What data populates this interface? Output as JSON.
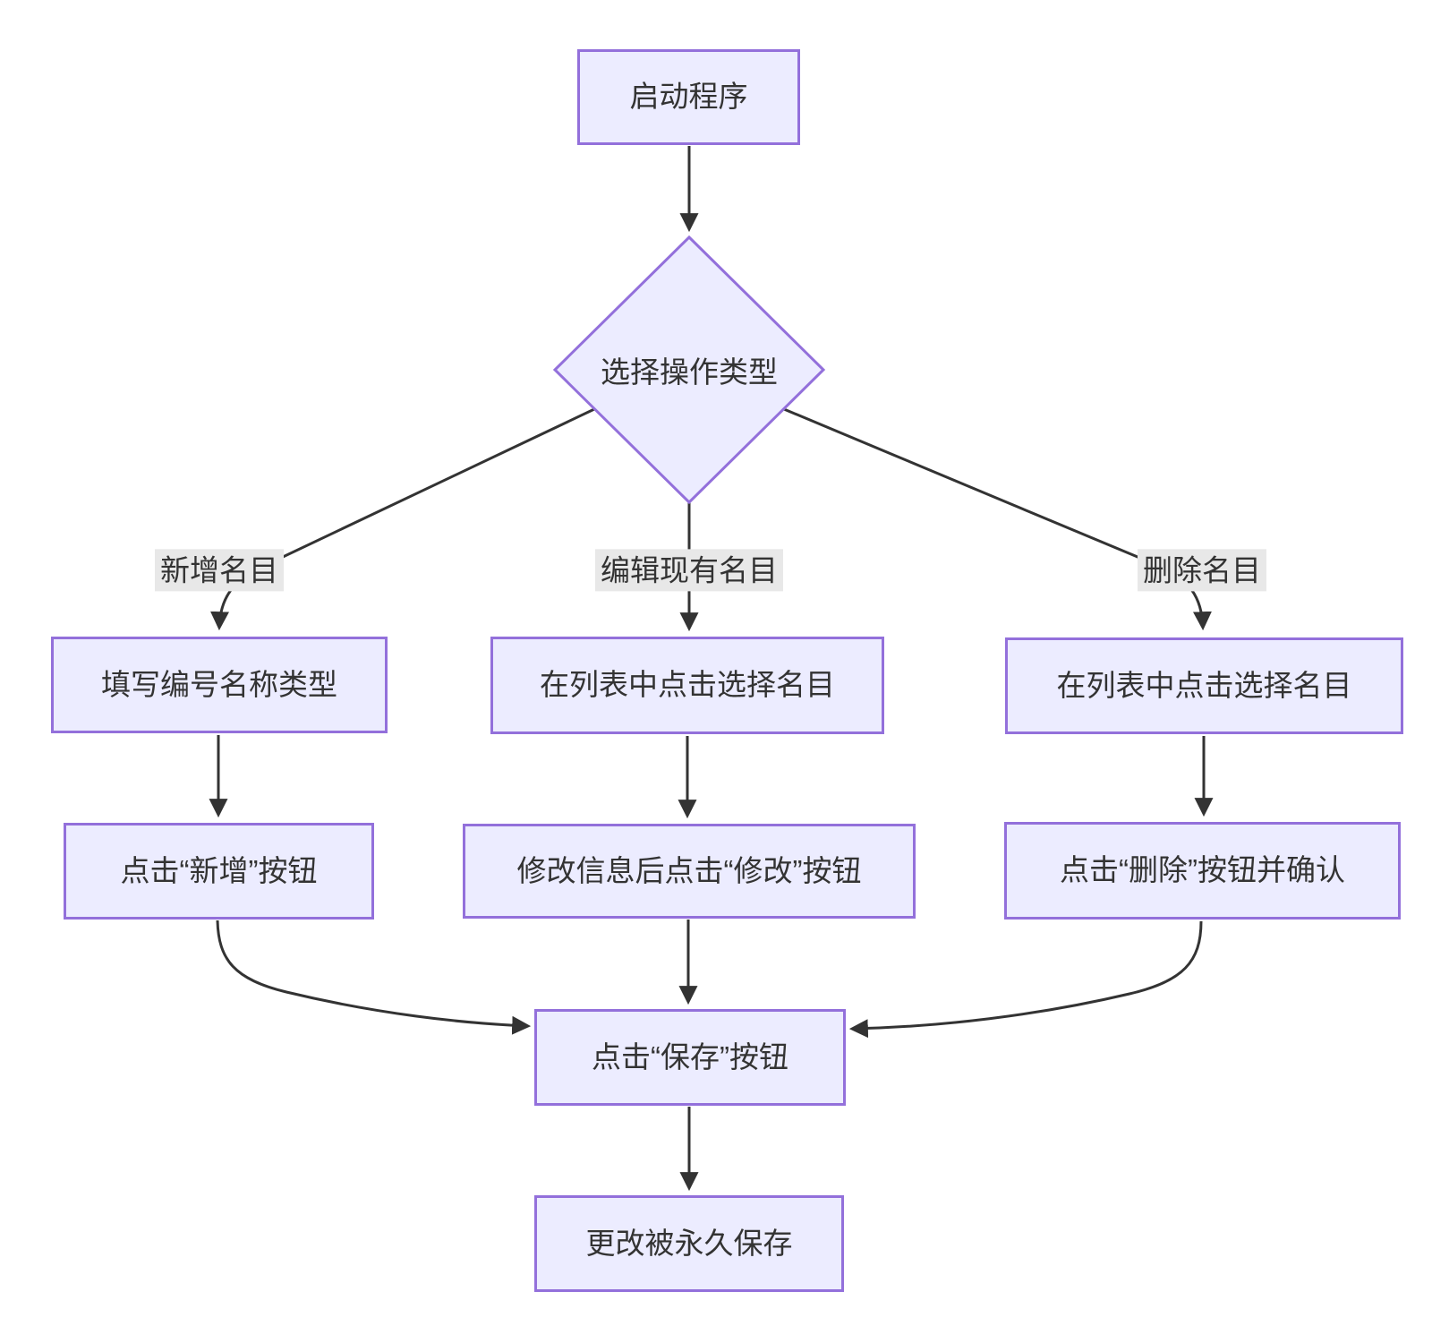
{
  "diagram": {
    "type": "flowchart",
    "nodes": {
      "start": {
        "label": "启动程序"
      },
      "decision": {
        "label": "选择操作类型"
      },
      "add_fill": {
        "label": "填写编号名称类型"
      },
      "edit_select": {
        "label": "在列表中点击选择名目"
      },
      "delete_select": {
        "label": "在列表中点击选择名目"
      },
      "add_click": {
        "label": "点击“新增”按钮"
      },
      "edit_click": {
        "label": "修改信息后点击“修改”按钮"
      },
      "delete_click": {
        "label": "点击“删除”按钮并确认"
      },
      "save": {
        "label": "点击“保存”按钮"
      },
      "saved": {
        "label": "更改被永久保存"
      }
    },
    "edge_labels": {
      "add": "新增名目",
      "edit": "编辑现有名目",
      "delete": "删除名目"
    },
    "colors": {
      "node_fill": "#ECECFF",
      "node_border": "#9370DB",
      "edge_line": "#333333",
      "arrowhead": "#333333",
      "edge_label_bg": "#E8E8E8",
      "text": "#333333",
      "background": "#FFFFFF"
    }
  }
}
